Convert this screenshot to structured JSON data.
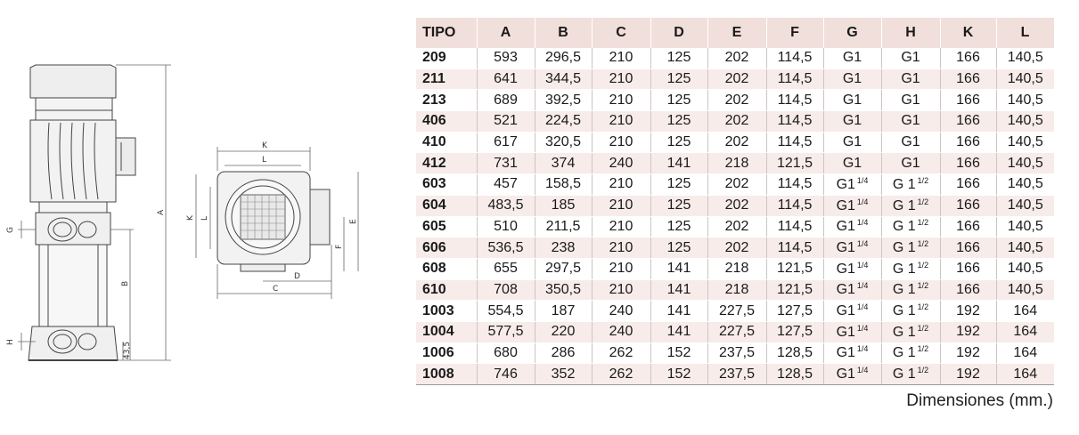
{
  "drawing_labels": {
    "front": {
      "A": "A",
      "B": "B",
      "G": "G",
      "H": "H",
      "base": "43,5"
    },
    "top": {
      "K_top": "K",
      "L_top": "L",
      "K_side": "K",
      "L_side": "L",
      "E": "E",
      "F": "F",
      "D": "D",
      "C": "C"
    }
  },
  "table": {
    "headers": [
      "TIPO",
      "A",
      "B",
      "C",
      "D",
      "E",
      "F",
      "G",
      "H",
      "K",
      "L"
    ],
    "rows": [
      {
        "tipo": "209",
        "A": "593",
        "B": "296,5",
        "C": "210",
        "D": "125",
        "E": "202",
        "F": "114,5",
        "G": "G1",
        "H": "G1",
        "K": "166",
        "L": "140,5"
      },
      {
        "tipo": "211",
        "A": "641",
        "B": "344,5",
        "C": "210",
        "D": "125",
        "E": "202",
        "F": "114,5",
        "G": "G1",
        "H": "G1",
        "K": "166",
        "L": "140,5"
      },
      {
        "tipo": "213",
        "A": "689",
        "B": "392,5",
        "C": "210",
        "D": "125",
        "E": "202",
        "F": "114,5",
        "G": "G1",
        "H": "G1",
        "K": "166",
        "L": "140,5"
      },
      {
        "tipo": "406",
        "A": "521",
        "B": "224,5",
        "C": "210",
        "D": "125",
        "E": "202",
        "F": "114,5",
        "G": "G1",
        "H": "G1",
        "K": "166",
        "L": "140,5"
      },
      {
        "tipo": "410",
        "A": "617",
        "B": "320,5",
        "C": "210",
        "D": "125",
        "E": "202",
        "F": "114,5",
        "G": "G1",
        "H": "G1",
        "K": "166",
        "L": "140,5"
      },
      {
        "tipo": "412",
        "A": "731",
        "B": "374",
        "C": "240",
        "D": "141",
        "E": "218",
        "F": "121,5",
        "G": "G1",
        "H": "G1",
        "K": "166",
        "L": "140,5"
      },
      {
        "tipo": "603",
        "A": "457",
        "B": "158,5",
        "C": "210",
        "D": "125",
        "E": "202",
        "F": "114,5",
        "G": "G1",
        "G_frac": "1/4",
        "H": "G 1",
        "H_frac": "1/2",
        "K": "166",
        "L": "140,5"
      },
      {
        "tipo": "604",
        "A": "483,5",
        "B": "185",
        "C": "210",
        "D": "125",
        "E": "202",
        "F": "114,5",
        "G": "G1",
        "G_frac": "1/4",
        "H": "G 1",
        "H_frac": "1/2",
        "K": "166",
        "L": "140,5"
      },
      {
        "tipo": "605",
        "A": "510",
        "B": "211,5",
        "C": "210",
        "D": "125",
        "E": "202",
        "F": "114,5",
        "G": "G1",
        "G_frac": "1/4",
        "H": "G 1",
        "H_frac": "1/2",
        "K": "166",
        "L": "140,5"
      },
      {
        "tipo": "606",
        "A": "536,5",
        "B": "238",
        "C": "210",
        "D": "125",
        "E": "202",
        "F": "114,5",
        "G": "G1",
        "G_frac": "1/4",
        "H": "G 1",
        "H_frac": "1/2",
        "K": "166",
        "L": "140,5"
      },
      {
        "tipo": "608",
        "A": "655",
        "B": "297,5",
        "C": "210",
        "D": "141",
        "E": "218",
        "F": "121,5",
        "G": "G1",
        "G_frac": "1/4",
        "H": "G 1",
        "H_frac": "1/2",
        "K": "166",
        "L": "140,5"
      },
      {
        "tipo": "610",
        "A": "708",
        "B": "350,5",
        "C": "210",
        "D": "141",
        "E": "218",
        "F": "121,5",
        "G": "G1",
        "G_frac": "1/4",
        "H": "G 1",
        "H_frac": "1/2",
        "K": "166",
        "L": "140,5"
      },
      {
        "tipo": "1003",
        "A": "554,5",
        "B": "187",
        "C": "240",
        "D": "141",
        "E": "227,5",
        "F": "127,5",
        "G": "G1",
        "G_frac": "1/4",
        "H": "G 1",
        "H_frac": "1/2",
        "K": "192",
        "L": "164"
      },
      {
        "tipo": "1004",
        "A": "577,5",
        "B": "220",
        "C": "240",
        "D": "141",
        "E": "227,5",
        "F": "127,5",
        "G": "G1",
        "G_frac": "1/4",
        "H": "G 1",
        "H_frac": "1/2",
        "K": "192",
        "L": "164"
      },
      {
        "tipo": "1006",
        "A": "680",
        "B": "286",
        "C": "262",
        "D": "152",
        "E": "237,5",
        "F": "128,5",
        "G": "G1",
        "G_frac": "1/4",
        "H": "G 1",
        "H_frac": "1/2",
        "K": "192",
        "L": "164"
      },
      {
        "tipo": "1008",
        "A": "746",
        "B": "352",
        "C": "262",
        "D": "152",
        "E": "237,5",
        "F": "128,5",
        "G": "G1",
        "G_frac": "1/4",
        "H": "G 1",
        "H_frac": "1/2",
        "K": "192",
        "L": "164"
      }
    ]
  },
  "footnote": "Dimensiones (mm.)",
  "colors": {
    "header_bg": "#f1dfdb",
    "stripe_bg": "#f7ecea"
  }
}
